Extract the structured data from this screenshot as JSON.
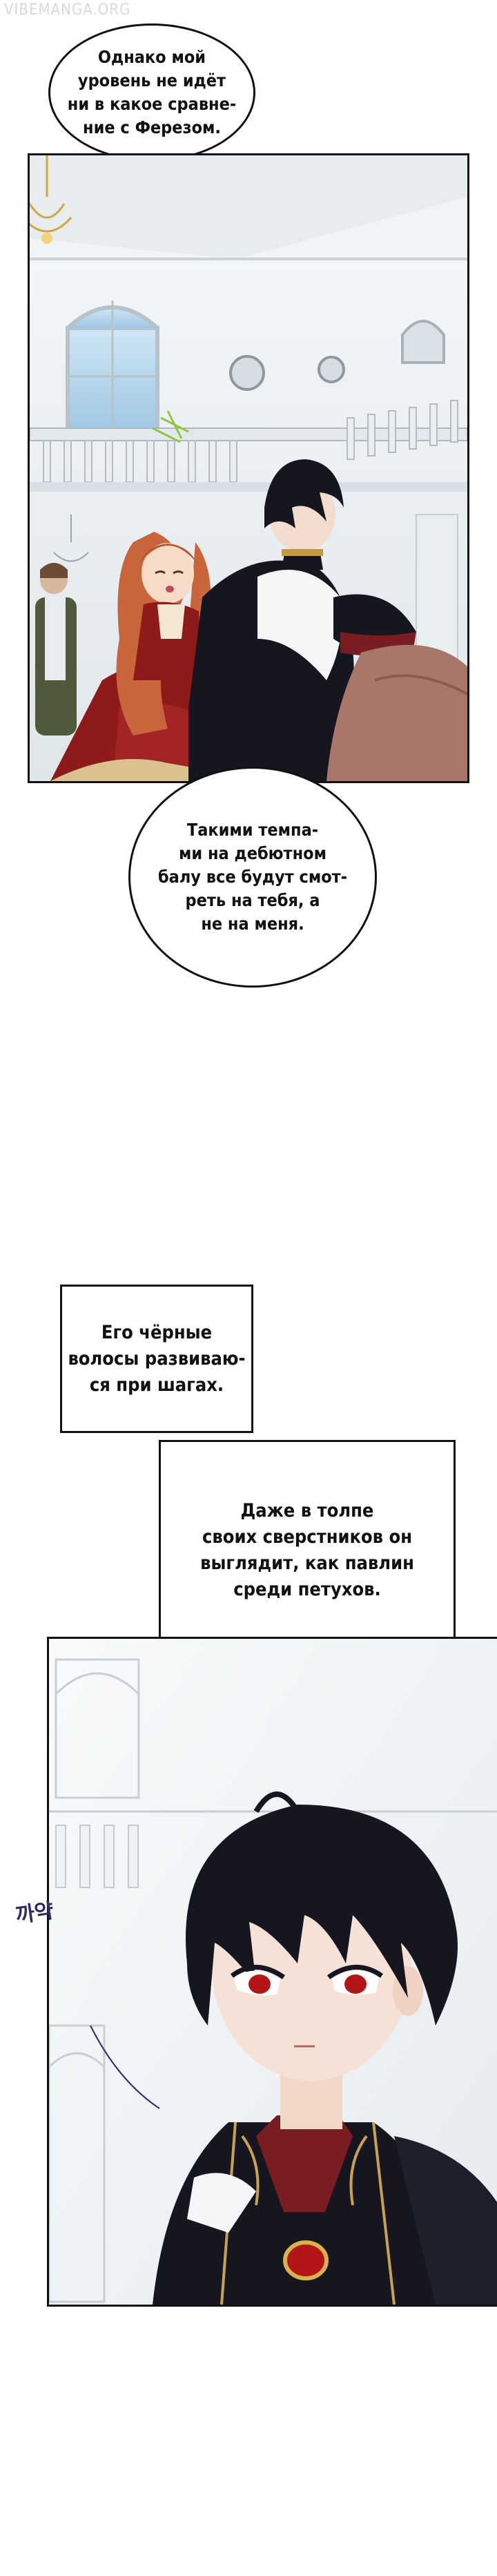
{
  "watermark": "VIBEMANGA.ORG",
  "bubbles": {
    "top": "Однако мой\nуровень не идёт\nни в какое сравне-\nние с Ферезом.",
    "middle": "Такими темпа-\nми на дебютном\nбалу все будут смот-\nреть на тебя, а\nне на меня."
  },
  "captions": {
    "first": "Его чёрные\nволосы развиваю-\nся при шагах.",
    "second": "Даже в толпе\nсвоих сверстников он\nвыглядит, как павлин\nсреди петухов."
  },
  "sfx": "까약",
  "colors": {
    "hair_black": "#15161f",
    "hair_red": "#c8653a",
    "dress_red": "#8e1a1a",
    "hall_light": "#eef3f6",
    "eyes": "#b31616"
  }
}
